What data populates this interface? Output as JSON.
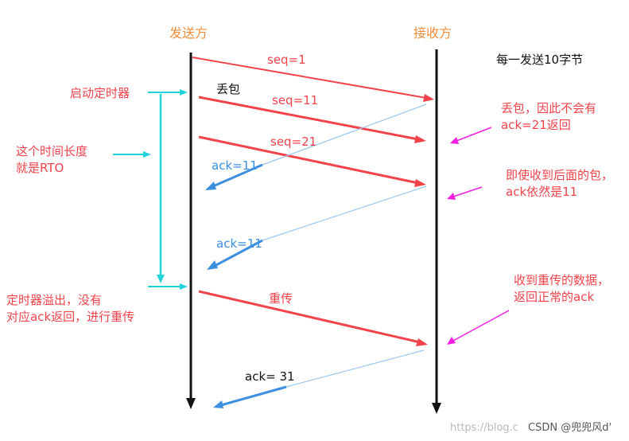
{
  "headers": {
    "sender": "发送方",
    "receiver": "接收方"
  },
  "note_top": "每一发送10字节",
  "seq_labels": [
    "seq=1",
    "seq=11",
    "seq=21"
  ],
  "packet_lost": "丢包",
  "ack_labels": [
    "ack=11",
    "ack=11",
    "ack= 31"
  ],
  "retransmit": "重传",
  "left_notes": {
    "start_timer": "启动定时器",
    "rto_line1": "这个时间长度",
    "rto_line2": "就是RTO",
    "timeout_line1": "定时器溢出，没有",
    "timeout_line2": "对应ack返回，进行重传"
  },
  "right_notes": {
    "lost_line1": "丢包，因此不会有",
    "lost_line2": "ack=21返回",
    "dup_line1": "即使收到后面的包，",
    "dup_line2": "ack依然是11",
    "recv_line1": "收到重传的数据，",
    "recv_line2": "返回正常的ack"
  },
  "watermark": {
    "faint": "https://blog.c",
    "brand": "CSDN @兜兜风d'"
  },
  "colors": {
    "red": "#f2434b",
    "blue": "#3d8fe0",
    "cyan": "#21d3da",
    "magenta": "#f21ee0",
    "orange": "#ef8c3b"
  }
}
